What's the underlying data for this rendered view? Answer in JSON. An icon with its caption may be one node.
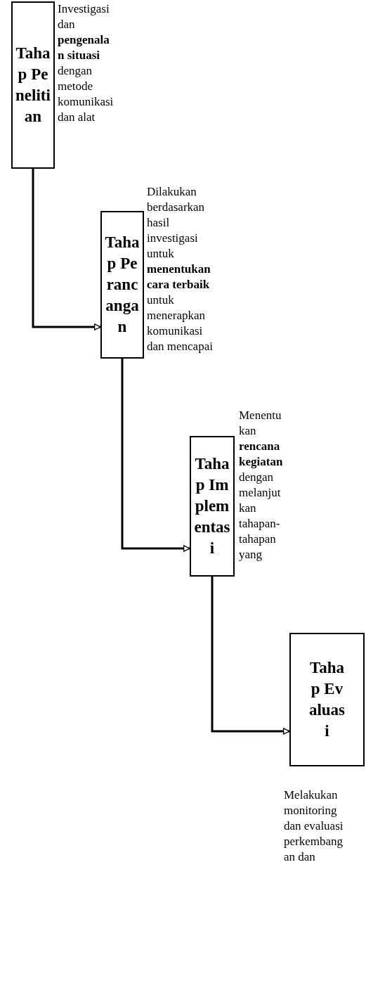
{
  "diagram": {
    "nodes": [
      {
        "text": [
          "Tahap Penelitian"
        ],
        "beside": [
          "Investigasi dan **pengenalan situasi** dengan metode komunikasi dan alat"
        ]
      },
      {
        "text": [
          "Tahap Perancangan"
        ],
        "beside": [
          "Dilakukan berdasarkan hasil investigasi untuk **menentukan cara terbaik** untuk menerapkan komunikasi dan mencapai"
        ]
      },
      {
        "text": [
          "Tahap Implementasi"
        ],
        "beside": [
          "Menentukan **rencana kegiatan** dengan melanjutkan tahapan-tahapan yang"
        ]
      },
      {
        "text": [
          "Tahap Evaluasi"
        ],
        "beside": [
          "Melakukan monitoring dan evaluasi perkembangan dan"
        ]
      }
    ],
    "edges": [
      {
        "from": 0,
        "to": 1,
        "arrow": "to"
      },
      {
        "from": 1,
        "to": 2,
        "arrow": "to"
      },
      {
        "from": 2,
        "to": 3,
        "arrow": "to"
      }
    ]
  }
}
